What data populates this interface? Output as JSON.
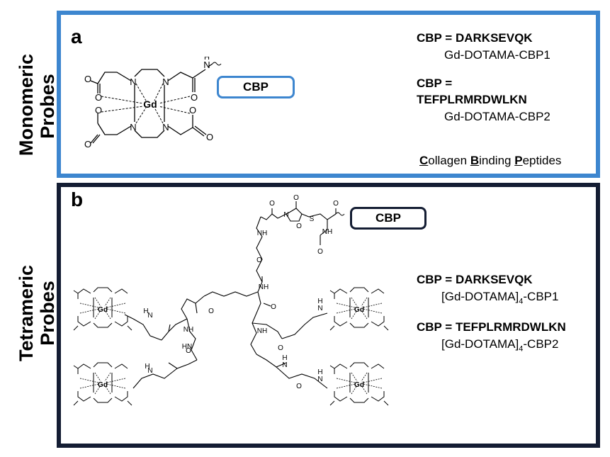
{
  "side_labels": {
    "monomeric": [
      "Monomeric",
      "Probes"
    ],
    "tetrameric": [
      "Tetrameric",
      "Probes"
    ]
  },
  "panel_a": {
    "letter": "a",
    "cbp_box": "CBP",
    "cbp1_line": "CBP = DARKSEVQK",
    "cbp1_name": "Gd-DOTAMA-CBP1",
    "cbp2_line1": "CBP =",
    "cbp2_line2": "TEFPLRMRDWLKN",
    "cbp2_name": "Gd-DOTAMA-CBP2",
    "footnote": {
      "c_letter": "C",
      "c_rest": "ollagen ",
      "b_letter": "B",
      "b_rest": "inding ",
      "p_letter": "P",
      "p_rest": "eptides"
    }
  },
  "panel_b": {
    "letter": "b",
    "cbp_box": "CBP",
    "cbp1_line": "CBP = DARKSEVQK",
    "cbp1_name_prefix": "[Gd-DOTAMA]",
    "cbp1_name_sub": "4",
    "cbp1_name_suffix": "-CBP1",
    "cbp2_line": "CBP = TEFPLRMRDWLKN",
    "cbp2_name_prefix": "[Gd-DOTAMA]",
    "cbp2_name_sub": "4",
    "cbp2_name_suffix": "-CBP2"
  },
  "atoms": {
    "N": "N",
    "O": "O",
    "H": "H",
    "Gd": "Gd",
    "S": "S",
    "NH": "NH",
    "HN": "HN",
    "Nh": "N",
    "Hh": "H"
  },
  "colors": {
    "panel_a_border": "#3d86cf",
    "panel_b_border": "#141d33"
  }
}
